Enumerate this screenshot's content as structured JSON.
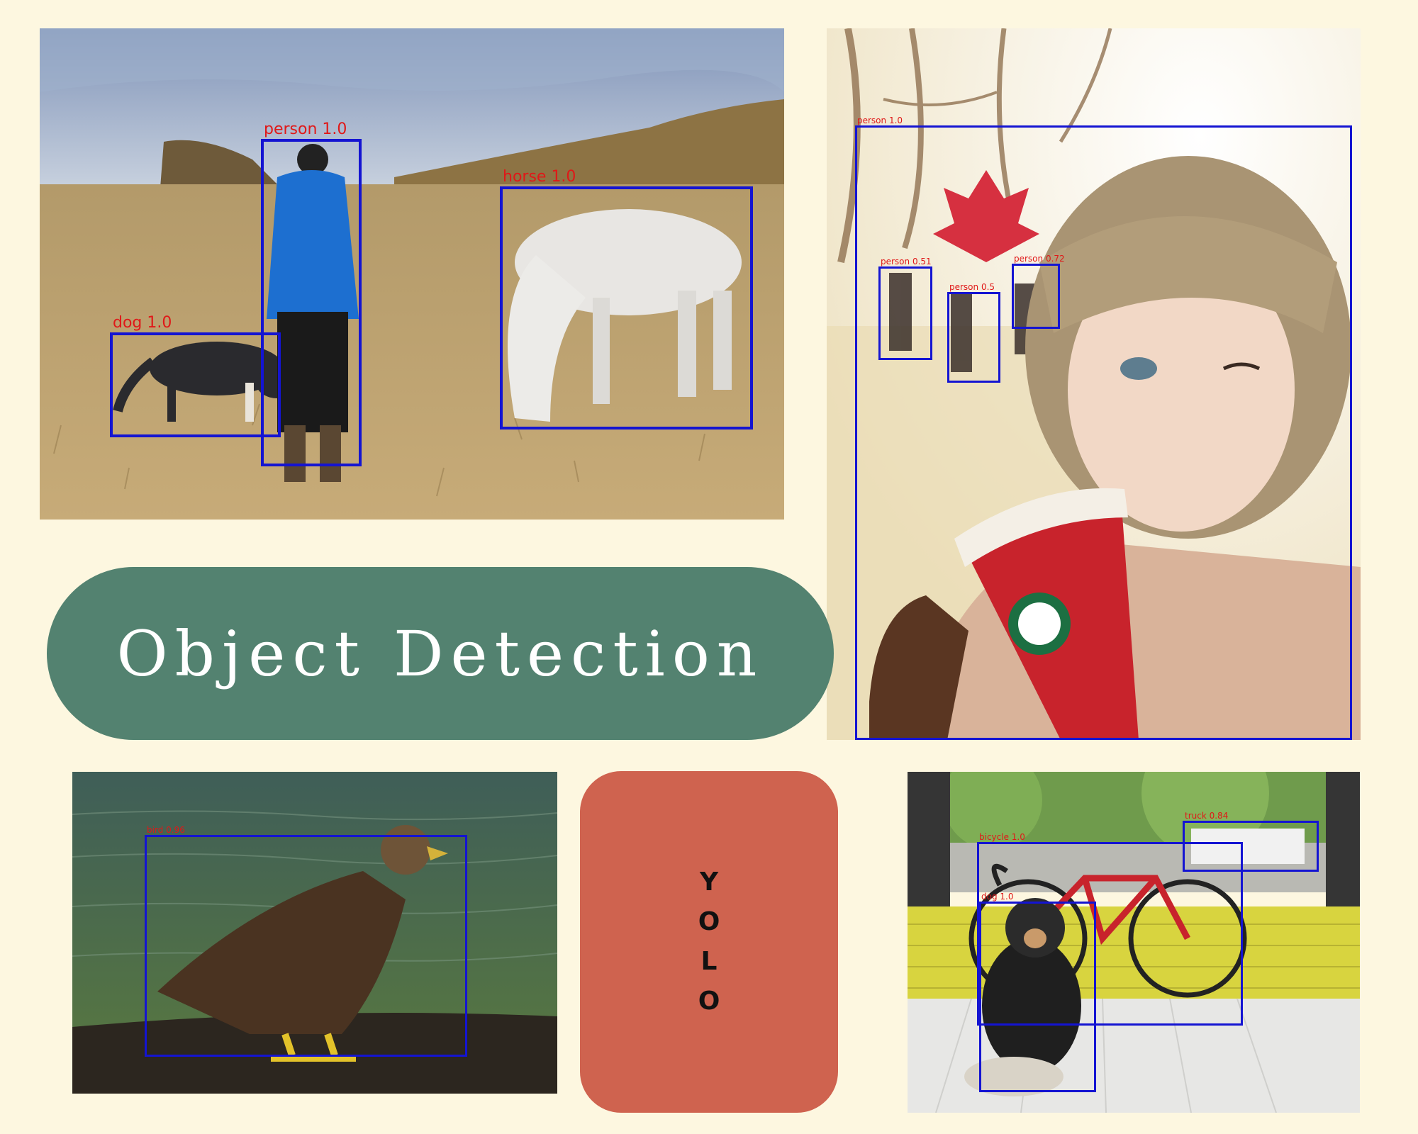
{
  "title": "Object Detection",
  "badge_letters": [
    "Y",
    "O",
    "L",
    "O"
  ],
  "colors": {
    "background": "#fdf7e0",
    "title_pill": "#538270",
    "badge": "#cf634f",
    "box": "#1414d2",
    "label": "#e01818"
  },
  "photos": {
    "field": {
      "detections": [
        {
          "label": "person 1.0"
        },
        {
          "label": "horse 1.0"
        },
        {
          "label": "dog 1.0"
        }
      ]
    },
    "selfie": {
      "detections": [
        {
          "label": "person 1.0"
        },
        {
          "label": "person 0.51"
        },
        {
          "label": "person 0.5"
        },
        {
          "label": "person 0.72"
        }
      ]
    },
    "eagle": {
      "detections": [
        {
          "label": "bird 0.96"
        }
      ]
    },
    "porch": {
      "detections": [
        {
          "label": "bicycle 1.0"
        },
        {
          "label": "truck 0.84"
        },
        {
          "label": "dog 1.0"
        }
      ]
    }
  }
}
